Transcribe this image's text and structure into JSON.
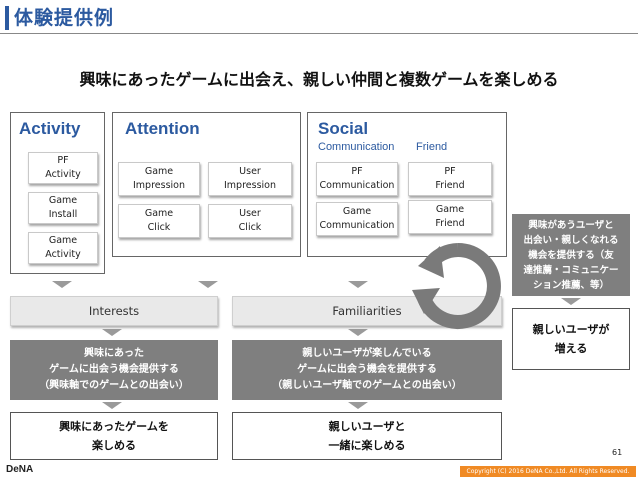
{
  "title": "体験提供例",
  "headline": "興味にあったゲームに出会え、親しい仲間と複数ゲームを楽しめる",
  "panels": {
    "activity": {
      "label": "Activity",
      "items": [
        "PF\nActivity",
        "Game\nInstall",
        "Game\nActivity"
      ]
    },
    "attention": {
      "label": "Attention",
      "items": [
        "Game\nImpression",
        "User\nImpression",
        "Game\nClick",
        "User\nClick"
      ]
    },
    "social": {
      "label": "Social",
      "sub_communication": "Communication",
      "sub_friend": "Friend",
      "items": [
        "PF\nCommunication",
        "PF\nFriend",
        "Game\nCommunication",
        "Game\nFriend"
      ]
    }
  },
  "bars": {
    "interests": "Interests",
    "familiarities": "Familiarities"
  },
  "dark_boxes": {
    "interest_provide": "興味にあった\nゲームに出会う機会提供する\n（興味軸でのゲームとの出会い）",
    "familiar_provide": "親しいユーザが楽しんでいる\nゲームに出会う機会を提供する\n（親しいユーザ軸でのゲームとの出会い）",
    "side": "興味があうユーザと\n出会い・親しくなれる\n機会を提供する（友\n達推薦・コミュニケー\nション推薦、等）"
  },
  "results": {
    "interest": "興味にあったゲームを\n楽しめる",
    "familiar": "親しいユーザと\n一緒に楽しめる",
    "side": "親しいユーザが\n増える"
  },
  "footer": {
    "logo": "DeNA",
    "page": "61",
    "copyright": "Copyright (C) 2016 DeNA Co.,Ltd. All Rights Reserved."
  },
  "colors": {
    "accent": "#2c5aa0",
    "dark_box": "#7f7f7f",
    "cycle_arrow": "#7a7a7a",
    "footer_orange": "#f08a24"
  },
  "icons": [
    "cycle-arrow-icon",
    "chevron-down-icon"
  ]
}
